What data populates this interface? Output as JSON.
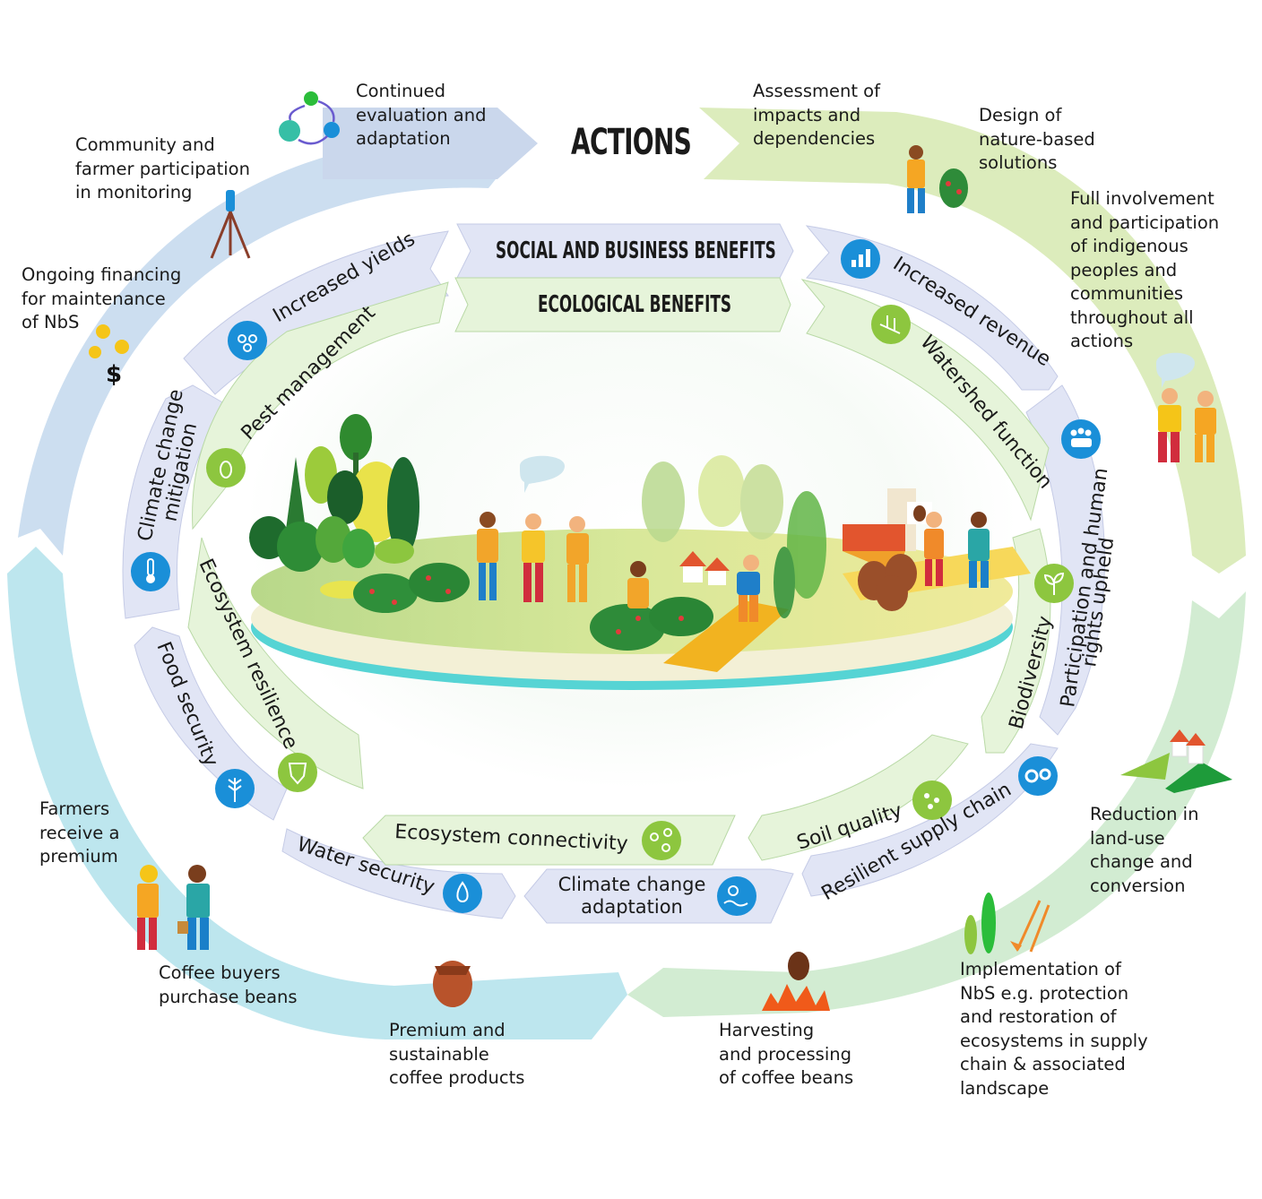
{
  "header": {
    "actions": "ACTIONS",
    "social_business": "SOCIAL AND BUSINESS BENEFITS",
    "ecological": "ECOLOGICAL BENEFITS"
  },
  "actions_cycle": [
    "Assessment of\nimpacts and\ndependencies",
    "Design of\nnature-based\nsolutions",
    "Full involvement\nand participation\nof indigenous\npeoples and\ncommunities\nthroughout all\nactions",
    "Reduction in\nland-use\nchange and\nconversion",
    "Implementation of\nNbS e.g. protection\nand restoration of\necosystems in supply\nchain & associated\nlandscape",
    "Harvesting\nand processing\nof coffee beans",
    "Premium and\nsustainable\ncoffee products",
    "Coffee buyers\npurchase beans",
    "Farmers\nreceive a\npremium",
    "Ongoing financing\nfor maintenance\nof NbS",
    "Community and\nfarmer participation\nin monitoring",
    "Continued\nevaluation and\nadaptation"
  ],
  "social_business_benefits": [
    "Increased yields",
    "Increased revenue",
    "Participation and human\nrights upheld",
    "Resilient supply chain",
    "Climate change\nadaptation",
    "Water security",
    "Food security",
    "Climate change\nmitigation"
  ],
  "ecological_benefits": [
    "Pest management",
    "Watershed function",
    "Biodiversity",
    "Soil quality",
    "Ecosystem connectivity",
    "Ecosystem resilience"
  ],
  "icons": {
    "increased_yields": "beans-icon",
    "increased_revenue": "bar-chart-icon",
    "participation": "people-icon",
    "resilient_supply_chain": "gears-icon",
    "climate_adaptation": "sun-water-icon",
    "water_security": "water-drop-icon",
    "food_security": "wheat-icon",
    "climate_mitigation": "thermometer-icon",
    "pest_management": "bug-icon",
    "watershed_function": "watershed-icon",
    "biodiversity": "sprout-icon",
    "soil_quality": "soil-icon",
    "ecosystem_connectivity": "network-icon",
    "ecosystem_resilience": "shield-icon"
  },
  "colors": {
    "outer_blue": "#c6e3f2",
    "outer_green": "#d6ebb2",
    "social_band": "#e3e7f5",
    "ecological_band": "#e5f4da",
    "social_icon": "#1a8fd8",
    "ecological_icon": "#8dc63f"
  }
}
